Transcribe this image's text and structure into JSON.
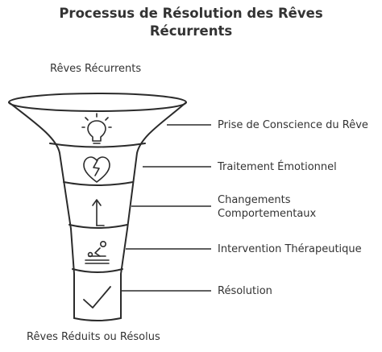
{
  "title": {
    "line1": "Processus de Résolution des Rêves",
    "line2": "Récurrents"
  },
  "top_label": "Rêves Récurrents",
  "bottom_label": "Rêves Réduits ou Résolus",
  "stages": [
    {
      "lines": [
        "Prise de Conscience du Rêve"
      ],
      "icon": "lightbulb-icon"
    },
    {
      "lines": [
        "Traitement Émotionnel"
      ],
      "icon": "broken-heart-icon"
    },
    {
      "lines": [
        "Changements",
        "Comportementaux"
      ],
      "icon": "arrow-up-icon"
    },
    {
      "lines": [
        "Intervention Thérapeutique"
      ],
      "icon": "massage-therapy-icon"
    },
    {
      "lines": [
        "Résolution"
      ],
      "icon": "checkmark-icon"
    }
  ],
  "colors": {
    "stroke": "#2b2b2b",
    "background": "#ffffff"
  }
}
